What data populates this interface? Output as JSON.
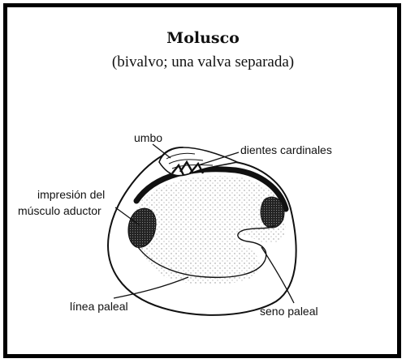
{
  "title": "Molusco",
  "subtitle": "(bivalvo; una valva separada)",
  "labels": {
    "umbo": "umbo",
    "dientes": "dientes cardinales",
    "impresion_line1": "impresión del",
    "impresion_line2": "músculo aductor",
    "linea": "línea paleal",
    "seno": "seno paleal"
  }
}
